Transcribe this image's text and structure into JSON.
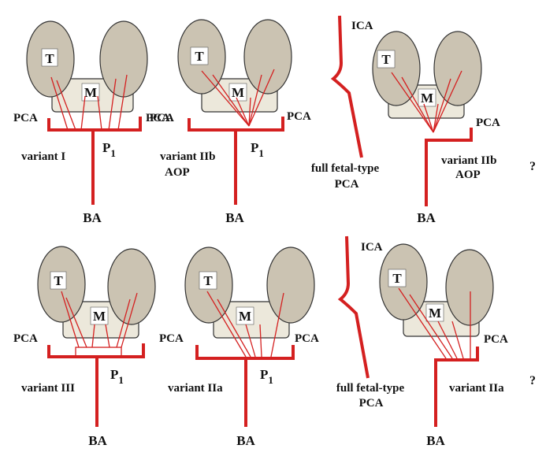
{
  "colors": {
    "artery": "#d42020",
    "thalamus_fill": "#cbc3b2",
    "midbrain_fill": "#ece8db",
    "outline": "#333333",
    "label_bg": "#ffffff"
  },
  "panels": [
    {
      "thalamus": "T",
      "midbrain": "M",
      "labels": {
        "pca_left": "PCA",
        "pca_right": "PCA",
        "p1": "P",
        "p1_sub": "1",
        "variant": "variant I",
        "ba": "BA"
      }
    },
    {
      "thalamus": "T",
      "midbrain": "M",
      "labels": {
        "pca_left": "PCA",
        "pca_right": "PCA",
        "p1": "P",
        "p1_sub": "1",
        "variant_line1": "variant IIb",
        "variant_line2": "AOP",
        "ba": "BA"
      }
    },
    {
      "thalamus": "T",
      "midbrain": "M",
      "labels": {
        "ica": "ICA",
        "pca_right": "PCA",
        "fetal_line1": "full fetal-type",
        "fetal_line2": "PCA",
        "variant_line1": "variant IIb",
        "variant_line2": "AOP",
        "ba": "BA"
      }
    },
    {
      "thalamus": "T",
      "midbrain": "M",
      "labels": {
        "pca_left": "PCA",
        "p1": "P",
        "p1_sub": "1",
        "variant": "variant III",
        "ba": "BA"
      }
    },
    {
      "thalamus": "T",
      "midbrain": "M",
      "labels": {
        "pca_left": "PCA",
        "pca_right": "PCA",
        "p1": "P",
        "p1_sub": "1",
        "variant": "variant IIa",
        "ba": "BA"
      }
    },
    {
      "thalamus": "T",
      "midbrain": "M",
      "labels": {
        "ica": "ICA",
        "pca_right": "PCA",
        "fetal_line1": "full fetal-type",
        "fetal_line2": "PCA",
        "variant": "variant IIa",
        "ba": "BA"
      }
    }
  ],
  "side_marks": [
    "?",
    "?"
  ]
}
